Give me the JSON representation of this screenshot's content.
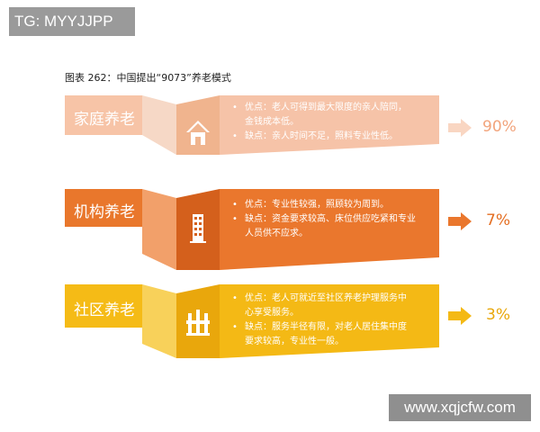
{
  "watermark_top": "TG: MYYJJPP",
  "watermark_bottom": "www.xqjcfw.com",
  "figure_title": "图表 262：中国提出“9073”养老模式",
  "rows": [
    {
      "label": "家庭养老",
      "icon": "house-icon",
      "lines": [
        {
          "bullet": "•",
          "text": "优点：老人可得到最大限度的亲人陪同，"
        },
        {
          "bullet": "",
          "text": "金钱成本低。"
        },
        {
          "bullet": "•",
          "text": "缺点：亲人时间不足，照料专业性低。"
        }
      ],
      "percent": "90%",
      "color": "#f6c3a8"
    },
    {
      "label": "机构养老",
      "icon": "building-icon",
      "lines": [
        {
          "bullet": "•",
          "text": "优点：专业性较强，照顾较为周到。"
        },
        {
          "bullet": "•",
          "text": "缺点：资金要求较高、床位供应吃紧和专业"
        },
        {
          "bullet": "",
          "text": "人员供不应求。"
        }
      ],
      "percent": "7%",
      "color": "#e9772c"
    },
    {
      "label": "社区养老",
      "icon": "community-icon",
      "lines": [
        {
          "bullet": "•",
          "text": "优点：老人可就近至社区养老护理服务中"
        },
        {
          "bullet": "",
          "text": "心享受服务。"
        },
        {
          "bullet": "•",
          "text": "缺点：服务半径有限，对老人居住集中度"
        },
        {
          "bullet": "",
          "text": "要求较高，专业性一般。"
        }
      ],
      "percent": "3%",
      "color": "#f4b915"
    }
  ]
}
